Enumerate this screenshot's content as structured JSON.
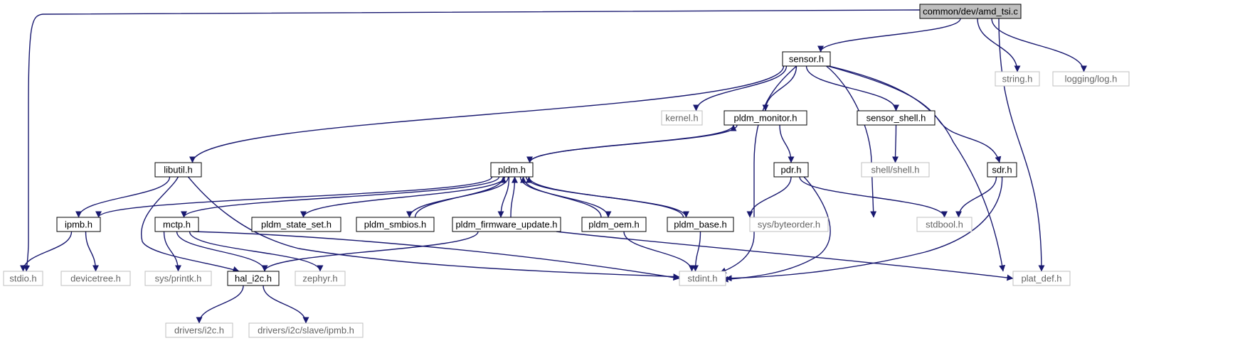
{
  "diagram": {
    "nodes": [
      {
        "id": "amd_tsi",
        "label": "common/dev/amd_tsi.c",
        "style": "root"
      },
      {
        "id": "sensor",
        "label": "sensor.h",
        "style": "bold"
      },
      {
        "id": "string",
        "label": "string.h",
        "style": "gray"
      },
      {
        "id": "logging",
        "label": "logging/log.h",
        "style": "gray"
      },
      {
        "id": "kernel",
        "label": "kernel.h",
        "style": "gray"
      },
      {
        "id": "pldm_monitor",
        "label": "pldm_monitor.h",
        "style": "bold"
      },
      {
        "id": "sensor_shell",
        "label": "sensor_shell.h",
        "style": "bold"
      },
      {
        "id": "libutil",
        "label": "libutil.h",
        "style": "bold"
      },
      {
        "id": "pldm",
        "label": "pldm.h",
        "style": "bold"
      },
      {
        "id": "pdr",
        "label": "pdr.h",
        "style": "bold"
      },
      {
        "id": "shell",
        "label": "shell/shell.h",
        "style": "gray"
      },
      {
        "id": "sdr",
        "label": "sdr.h",
        "style": "bold"
      },
      {
        "id": "ipmb",
        "label": "ipmb.h",
        "style": "bold"
      },
      {
        "id": "mctp",
        "label": "mctp.h",
        "style": "bold"
      },
      {
        "id": "pldm_state_set",
        "label": "pldm_state_set.h",
        "style": "bold"
      },
      {
        "id": "pldm_smbios",
        "label": "pldm_smbios.h",
        "style": "bold"
      },
      {
        "id": "pldm_fw",
        "label": "pldm_firmware_update.h",
        "style": "bold"
      },
      {
        "id": "pldm_oem",
        "label": "pldm_oem.h",
        "style": "bold"
      },
      {
        "id": "pldm_base",
        "label": "pldm_base.h",
        "style": "bold"
      },
      {
        "id": "byteorder",
        "label": "sys/byteorder.h",
        "style": "gray"
      },
      {
        "id": "stdbool",
        "label": "stdbool.h",
        "style": "gray"
      },
      {
        "id": "stdio",
        "label": "stdio.h",
        "style": "gray"
      },
      {
        "id": "devicetree",
        "label": "devicetree.h",
        "style": "gray"
      },
      {
        "id": "printk",
        "label": "sys/printk.h",
        "style": "gray"
      },
      {
        "id": "hal_i2c",
        "label": "hal_i2c.h",
        "style": "bold"
      },
      {
        "id": "zephyr",
        "label": "zephyr.h",
        "style": "gray"
      },
      {
        "id": "stdint",
        "label": "stdint.h",
        "style": "gray"
      },
      {
        "id": "plat_def",
        "label": "plat_def.h",
        "style": "gray"
      },
      {
        "id": "drivers_i2c",
        "label": "drivers/i2c.h",
        "style": "gray"
      },
      {
        "id": "drivers_ipmb",
        "label": "drivers/i2c/slave/ipmb.h",
        "style": "gray"
      }
    ],
    "edges": [
      [
        "amd_tsi",
        "sensor"
      ],
      [
        "amd_tsi",
        "string"
      ],
      [
        "amd_tsi",
        "logging"
      ],
      [
        "amd_tsi",
        "stdio"
      ],
      [
        "amd_tsi",
        "plat_def"
      ],
      [
        "sensor",
        "kernel"
      ],
      [
        "sensor",
        "pldm_monitor"
      ],
      [
        "sensor",
        "sensor_shell"
      ],
      [
        "sensor",
        "libutil"
      ],
      [
        "sensor",
        "stdbool"
      ],
      [
        "sensor",
        "sdr"
      ],
      [
        "sensor",
        "stdint"
      ],
      [
        "sensor",
        "plat_def"
      ],
      [
        "pldm_monitor",
        "pldm"
      ],
      [
        "pldm_monitor",
        "pdr"
      ],
      [
        "sensor_shell",
        "shell"
      ],
      [
        "libutil",
        "ipmb"
      ],
      [
        "libutil",
        "hal_i2c"
      ],
      [
        "libutil",
        "stdint"
      ],
      [
        "pldm",
        "pldm_monitor"
      ],
      [
        "pldm",
        "ipmb"
      ],
      [
        "pldm",
        "mctp"
      ],
      [
        "pldm",
        "pldm_state_set"
      ],
      [
        "pldm",
        "pldm_smbios"
      ],
      [
        "pldm",
        "pldm_fw"
      ],
      [
        "pldm",
        "pldm_oem"
      ],
      [
        "pldm",
        "pldm_base"
      ],
      [
        "pldm_smbios",
        "pldm"
      ],
      [
        "pldm_fw",
        "pldm"
      ],
      [
        "pldm_oem",
        "pldm"
      ],
      [
        "pldm_base",
        "pldm"
      ],
      [
        "pdr",
        "byteorder"
      ],
      [
        "pdr",
        "stdbool"
      ],
      [
        "pdr",
        "stdint"
      ],
      [
        "sdr",
        "stdbool"
      ],
      [
        "sdr",
        "stdint"
      ],
      [
        "ipmb",
        "stdio"
      ],
      [
        "ipmb",
        "devicetree"
      ],
      [
        "mctp",
        "printk"
      ],
      [
        "mctp",
        "hal_i2c"
      ],
      [
        "mctp",
        "zephyr"
      ],
      [
        "mctp",
        "stdint"
      ],
      [
        "pldm_fw",
        "hal_i2c"
      ],
      [
        "pldm_fw",
        "plat_def"
      ],
      [
        "pldm_oem",
        "stdint"
      ],
      [
        "pldm_base",
        "stdint"
      ],
      [
        "hal_i2c",
        "drivers_i2c"
      ],
      [
        "hal_i2c",
        "drivers_ipmb"
      ]
    ]
  },
  "colors": {
    "edge": "#191970",
    "root_fill": "#bfbfbf",
    "bold_border": "#000000",
    "gray_border": "#bfbfbf",
    "gray_text": "#666666",
    "text": "#000000"
  }
}
